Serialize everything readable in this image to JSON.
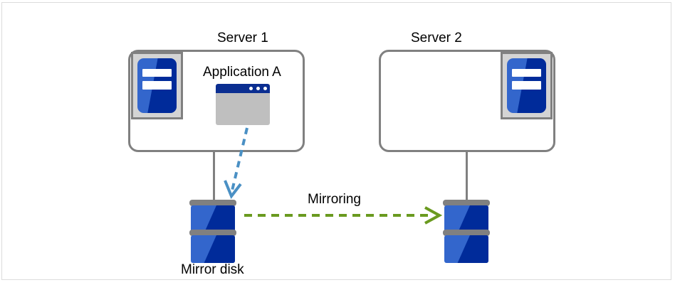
{
  "diagram": {
    "title_left": "Server 1",
    "title_right": "Server 2",
    "app_label": "Application  A",
    "disk_label": "Mirror disk",
    "mirroring_label": "Mirroring",
    "icons": {
      "server_left": "server-icon",
      "server_right": "server-icon",
      "application": "application-window-icon",
      "disk_left": "disk-icon",
      "disk_right": "disk-icon",
      "write_arrow": "dashed-arrow-down-icon",
      "mirroring_arrow": "dashed-arrow-right-icon"
    },
    "colors": {
      "box_border": "#808080",
      "server_icon_frame": "#d4d4d4",
      "blue_light": "#3366cc",
      "blue_dark": "#002b9a",
      "app_titlebar": "#0b2e91",
      "app_body": "#bfbfbf",
      "disk_bar": "#808080",
      "write_arrow": "#4a90c4",
      "mirroring_arrow": "#6a9a1f",
      "text": "#000000",
      "frame": "#dcdcdc",
      "background": "#ffffff"
    }
  }
}
